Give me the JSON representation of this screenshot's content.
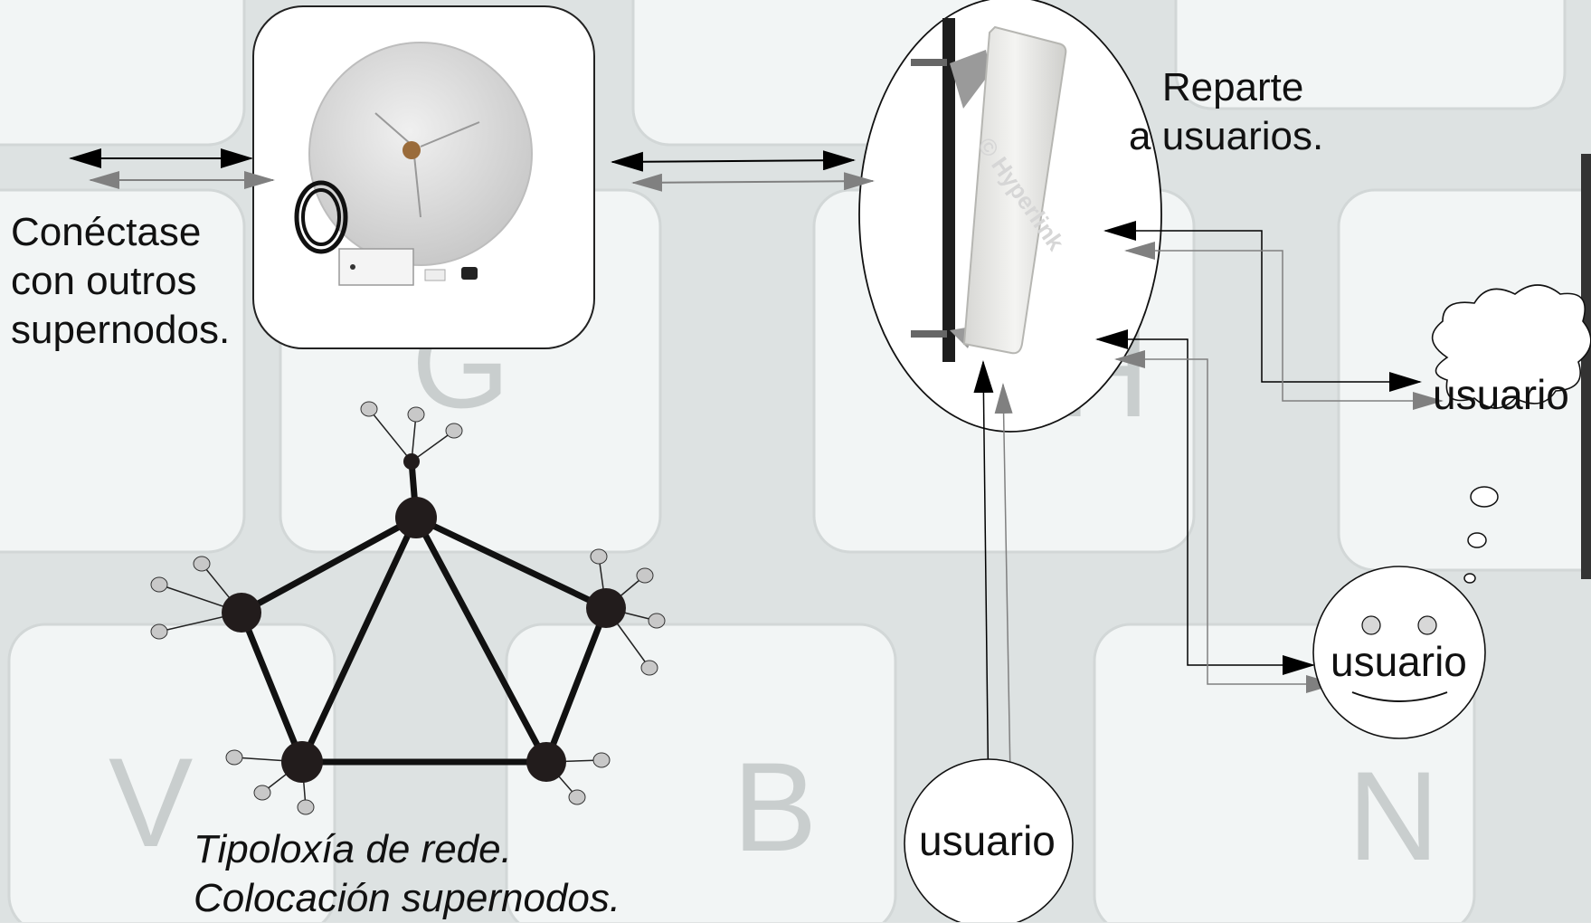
{
  "texts": {
    "connect_line1": "Conéctase",
    "connect_line2": "con outros",
    "connect_line3": "supernodos.",
    "distribute_line1": "Reparte",
    "distribute_line2": "a usuarios.",
    "topology_line1": "Tipoloxía de rede.",
    "topology_line2": "Colocación supernodos.",
    "user_cloud": "usuario",
    "user_smiley": "usuario",
    "user_bottom": "usuario",
    "watermark": "© Hyperlink"
  },
  "keyboard_letters": {
    "k1": "G",
    "k2": "H",
    "k3": "V",
    "k4": "B",
    "k5": "N"
  },
  "colors": {
    "arrow_primary": "#000000",
    "arrow_secondary": "#808080",
    "node_fill": "#221c1c",
    "leaf_fill": "#c8c8c8",
    "background": "#dfe3e3"
  }
}
